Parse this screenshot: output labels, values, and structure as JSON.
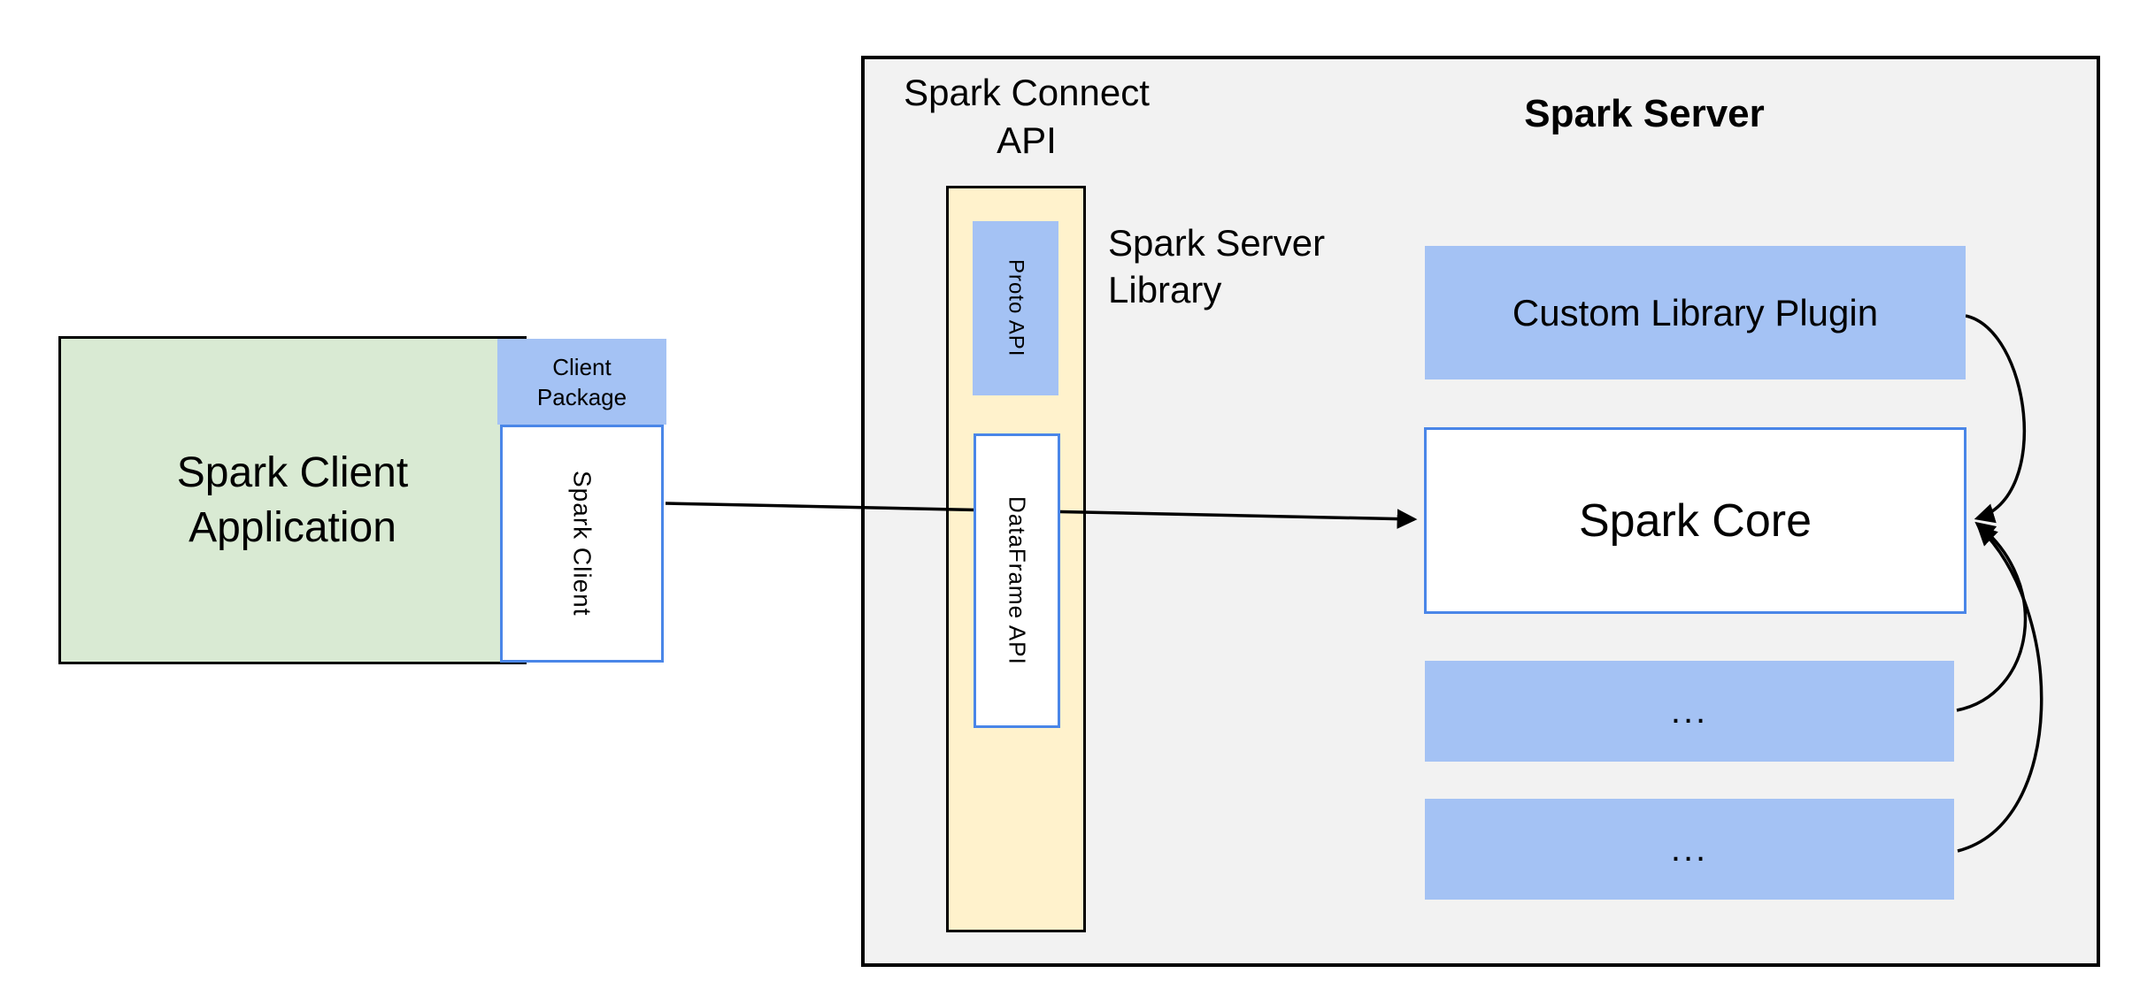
{
  "client_application": {
    "label_line1": "Spark Client",
    "label_line2": "Application"
  },
  "client_package": {
    "label_line1": "Client",
    "label_line2": "Package"
  },
  "spark_client": {
    "label": "Spark Client"
  },
  "spark_connect_api": {
    "label_line1": "Spark Connect",
    "label_line2": "API"
  },
  "spark_server": {
    "title": "Spark Server"
  },
  "server_library": {
    "label_line1": "Spark Server",
    "label_line2": "Library"
  },
  "proto_api": {
    "label": "Proto API"
  },
  "dataframe_api": {
    "label": "DataFrame API"
  },
  "custom_plugin": {
    "label": "Custom Library Plugin"
  },
  "spark_core": {
    "label": "Spark Core"
  },
  "extension_box_1": {
    "label": "..."
  },
  "extension_box_2": {
    "label": "..."
  },
  "arrows": [
    {
      "from": "Spark Client",
      "to": "Spark Core",
      "style": "straight",
      "note": "passes behind DataFrame API box"
    },
    {
      "from": "Custom Library Plugin",
      "to": "Spark Core",
      "style": "curved-right"
    },
    {
      "from": "extension box 1",
      "to": "Spark Core",
      "style": "curved-right"
    },
    {
      "from": "extension box 2",
      "to": "Spark Core",
      "style": "curved-right"
    }
  ],
  "colors": {
    "green_fill": "#d9ead3",
    "blue_fill": "#a4c2f4",
    "yellow_fill": "#fff2cc",
    "gray_fill": "#f2f2f2",
    "blue_border": "#4a86e8",
    "line_black": "#000000",
    "page_background": "#ffffff"
  }
}
